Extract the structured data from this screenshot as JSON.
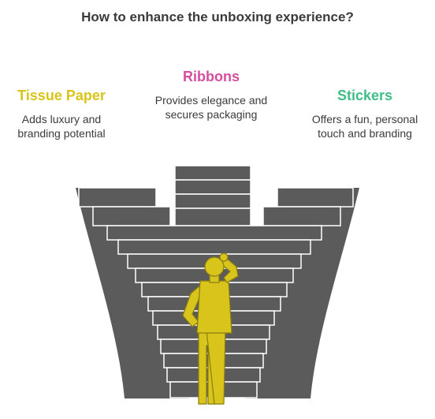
{
  "title": "How to enhance the unboxing experience?",
  "options": [
    {
      "heading": "Tissue Paper",
      "description_lines": [
        "Adds luxury and",
        "branding potential"
      ],
      "color": "#d8c41a"
    },
    {
      "heading": "Ribbons",
      "description_lines": [
        "Provides elegance and",
        "secures packaging"
      ],
      "color": "#d44d9e"
    },
    {
      "heading": "Stickers",
      "description_lines": [
        "Offers a fun, personal",
        "touch and branding"
      ],
      "color": "#3fbe86"
    }
  ],
  "colors": {
    "staircase": "#5b5b5b",
    "stair_outline": "#ffffff",
    "figure": "#d8c41a",
    "figure_outline": "#8a7d10",
    "title_text": "#3b3b3b"
  }
}
